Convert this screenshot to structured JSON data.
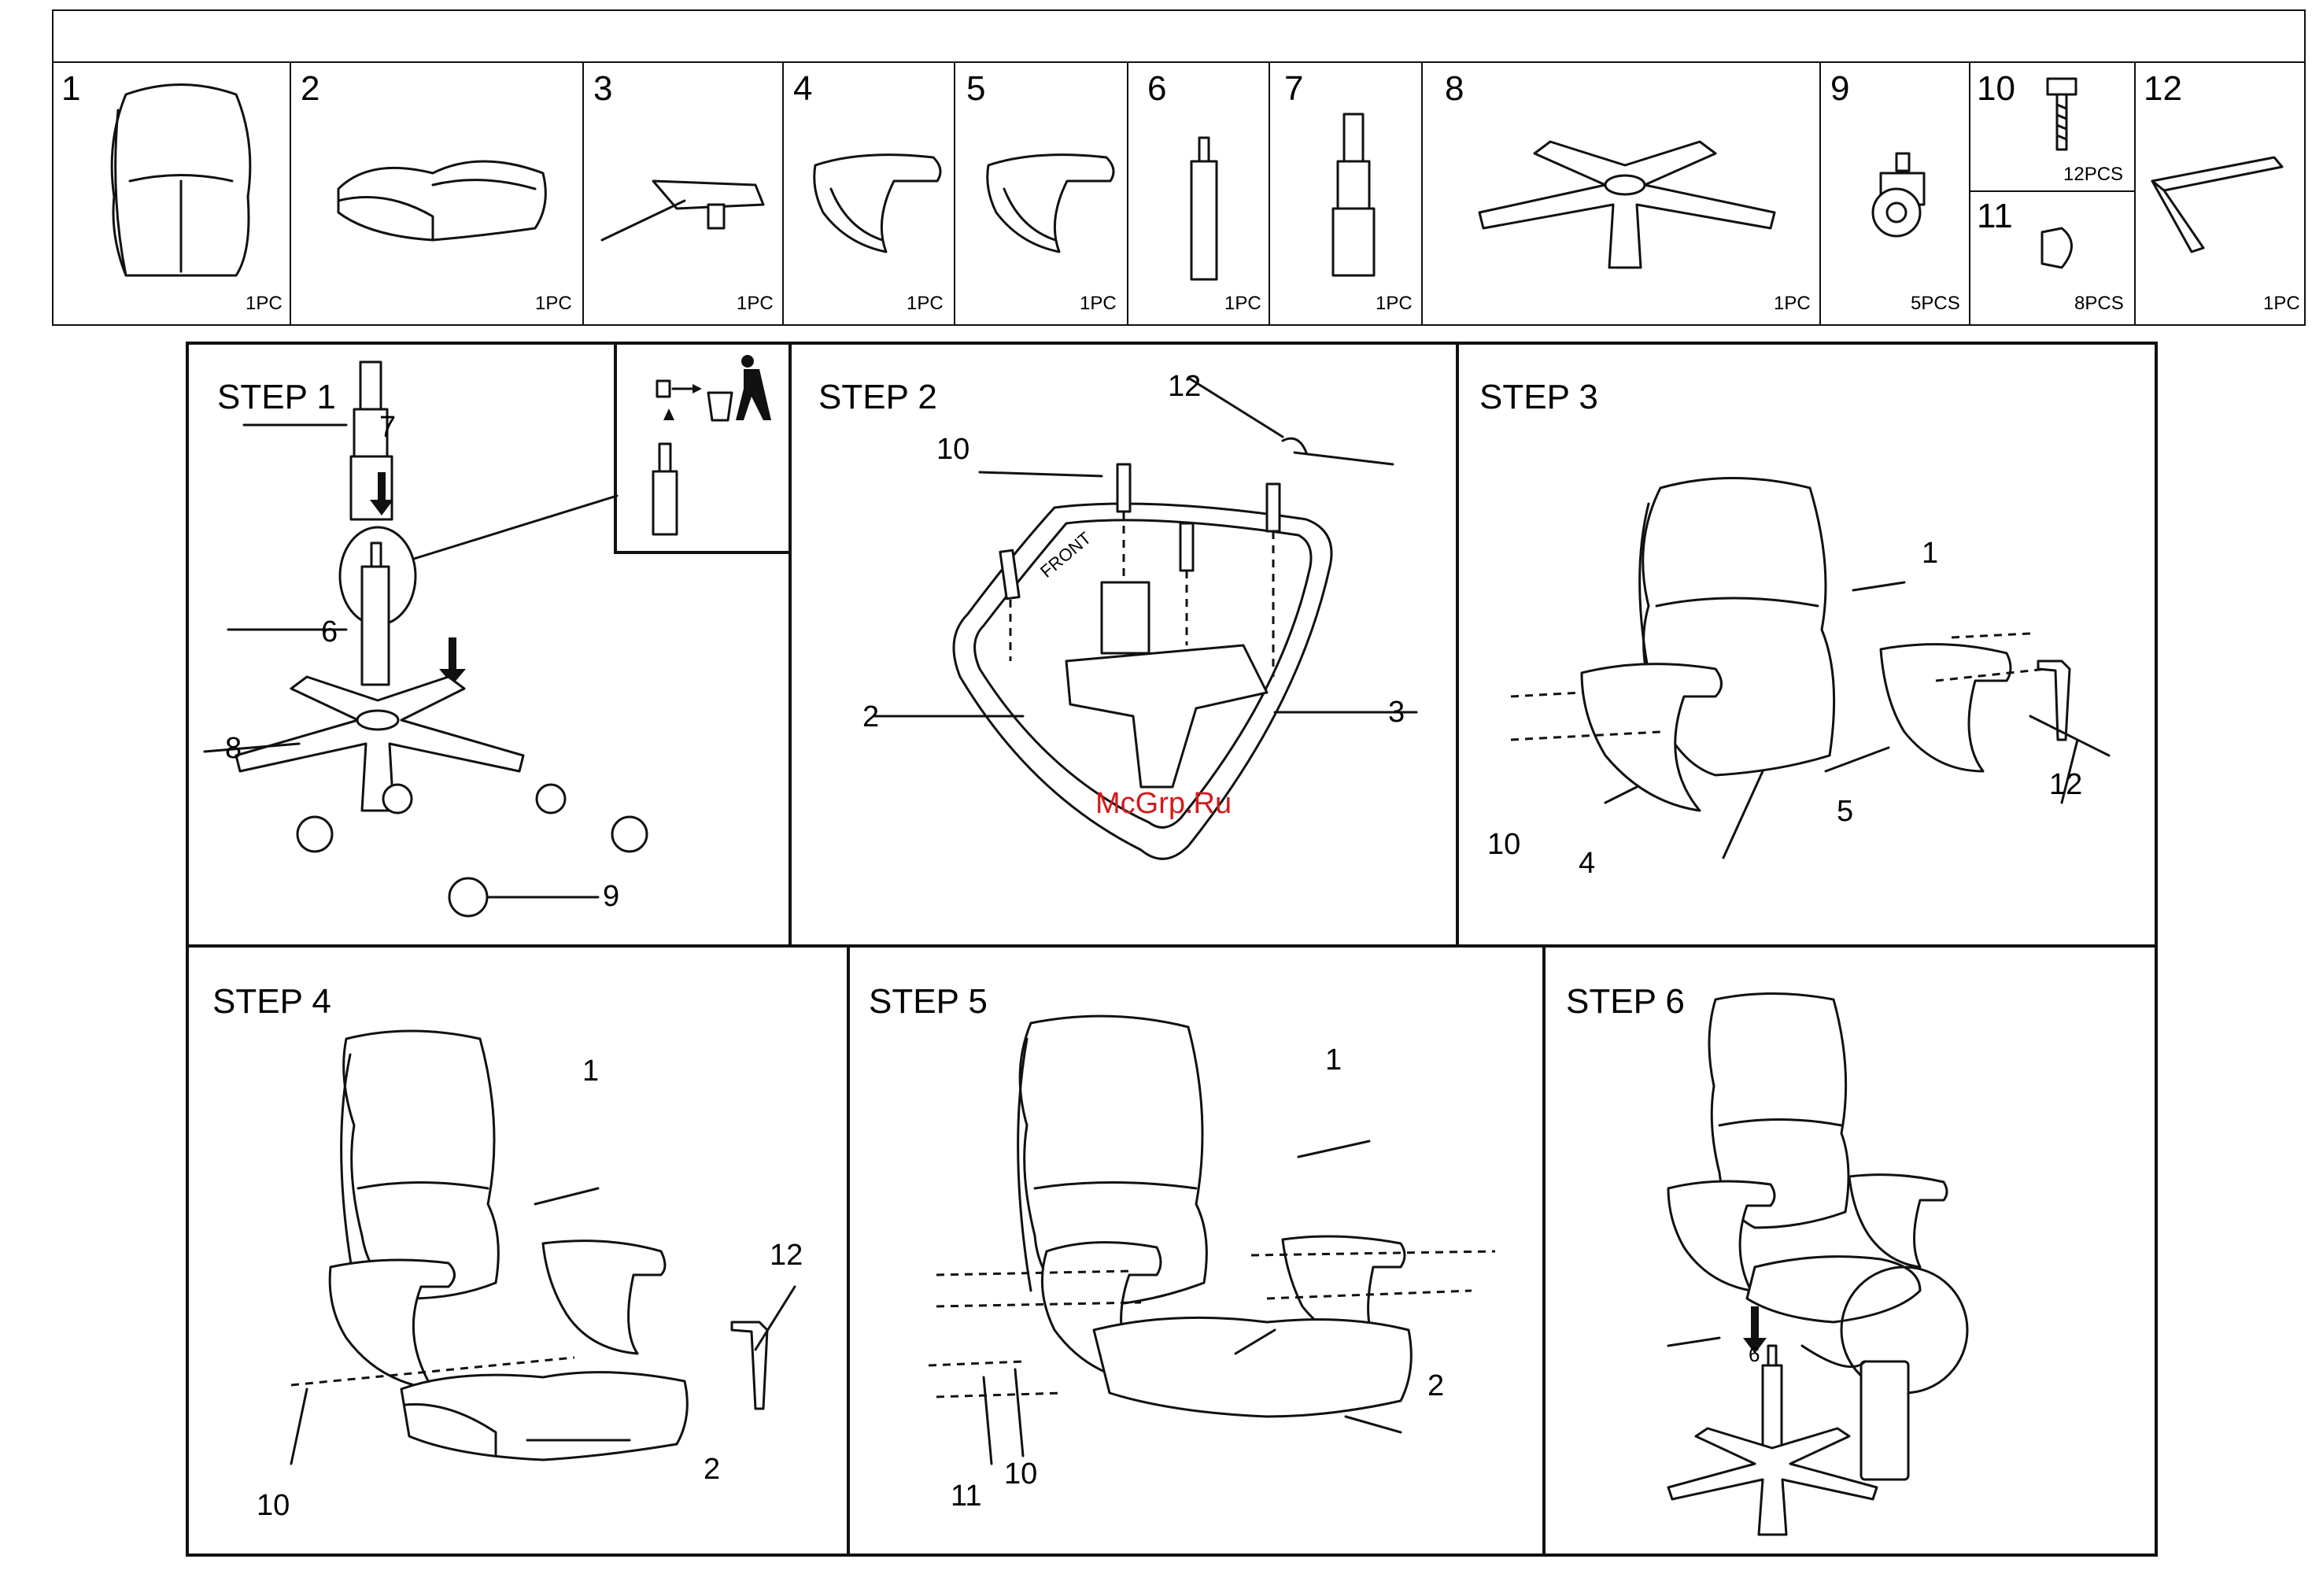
{
  "parts": [
    {
      "num": "1",
      "qty": "1PC",
      "icon": "backrest-icon"
    },
    {
      "num": "2",
      "qty": "1PC",
      "icon": "seat-cushion-icon"
    },
    {
      "num": "3",
      "qty": "1PC",
      "icon": "tilt-mechanism-icon"
    },
    {
      "num": "4",
      "qty": "1PC",
      "icon": "left-armrest-icon"
    },
    {
      "num": "5",
      "qty": "1PC",
      "icon": "right-armrest-icon"
    },
    {
      "num": "6",
      "qty": "1PC",
      "icon": "gas-lift-icon"
    },
    {
      "num": "7",
      "qty": "1PC",
      "icon": "gas-lift-cover-icon"
    },
    {
      "num": "8",
      "qty": "1PC",
      "icon": "star-base-icon"
    },
    {
      "num": "9",
      "qty": "5PCS",
      "icon": "caster-icon"
    },
    {
      "num": "10",
      "qty": "12PCS",
      "icon": "bolt-icon"
    },
    {
      "num": "11",
      "qty": "8PCS",
      "icon": "cap-icon"
    },
    {
      "num": "12",
      "qty": "1PC",
      "icon": "allen-key-icon"
    }
  ],
  "steps": {
    "s1": {
      "title": "STEP 1",
      "labels": {
        "a": "7",
        "b": "6",
        "c": "8",
        "d": "9"
      }
    },
    "s2": {
      "title": "STEP 2",
      "labels": {
        "a": "12",
        "b": "10",
        "c": "2",
        "d": "3"
      },
      "front": "FRONT"
    },
    "s3": {
      "title": "STEP 3",
      "labels": {
        "a": "1",
        "b": "10",
        "c": "4",
        "d": "5",
        "e": "12"
      }
    },
    "s4": {
      "title": "STEP 4",
      "labels": {
        "a": "1",
        "b": "12",
        "c": "10",
        "d": "2"
      }
    },
    "s5": {
      "title": "STEP 5",
      "labels": {
        "a": "1",
        "b": "2",
        "c": "11",
        "d": "10"
      }
    },
    "s6": {
      "title": "STEP 6",
      "labels": {
        "a": "6"
      }
    }
  },
  "watermark": "McGrp.Ru"
}
